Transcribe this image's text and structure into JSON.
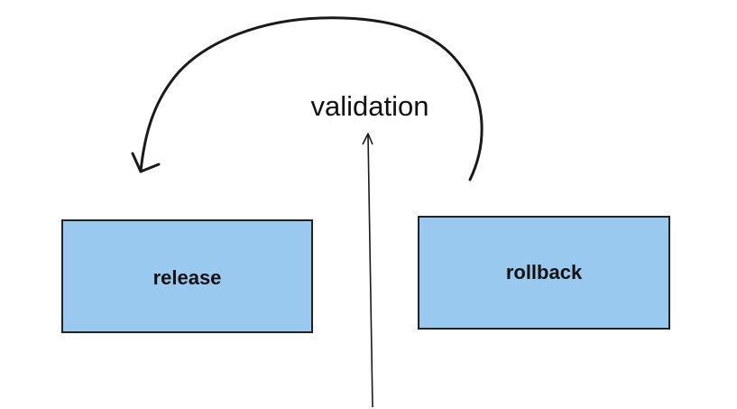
{
  "diagram": {
    "nodes": [
      {
        "id": "release",
        "label": "release",
        "shape": "rectangle"
      },
      {
        "id": "rollback",
        "label": "rollback",
        "shape": "rectangle"
      }
    ],
    "free_labels": [
      {
        "id": "validation",
        "text": "validation"
      }
    ],
    "edges": [
      {
        "from": "rollback",
        "to": "release",
        "style": "hand-drawn curved arrow arching over the top"
      },
      {
        "from": "below",
        "to": "validation",
        "style": "straight arrow pointing up"
      }
    ],
    "colors": {
      "node_fill": "#9ac9ef",
      "node_border": "#222222",
      "stroke": "#1a1a1a",
      "text": "#111111",
      "background": "#ffffff"
    }
  }
}
